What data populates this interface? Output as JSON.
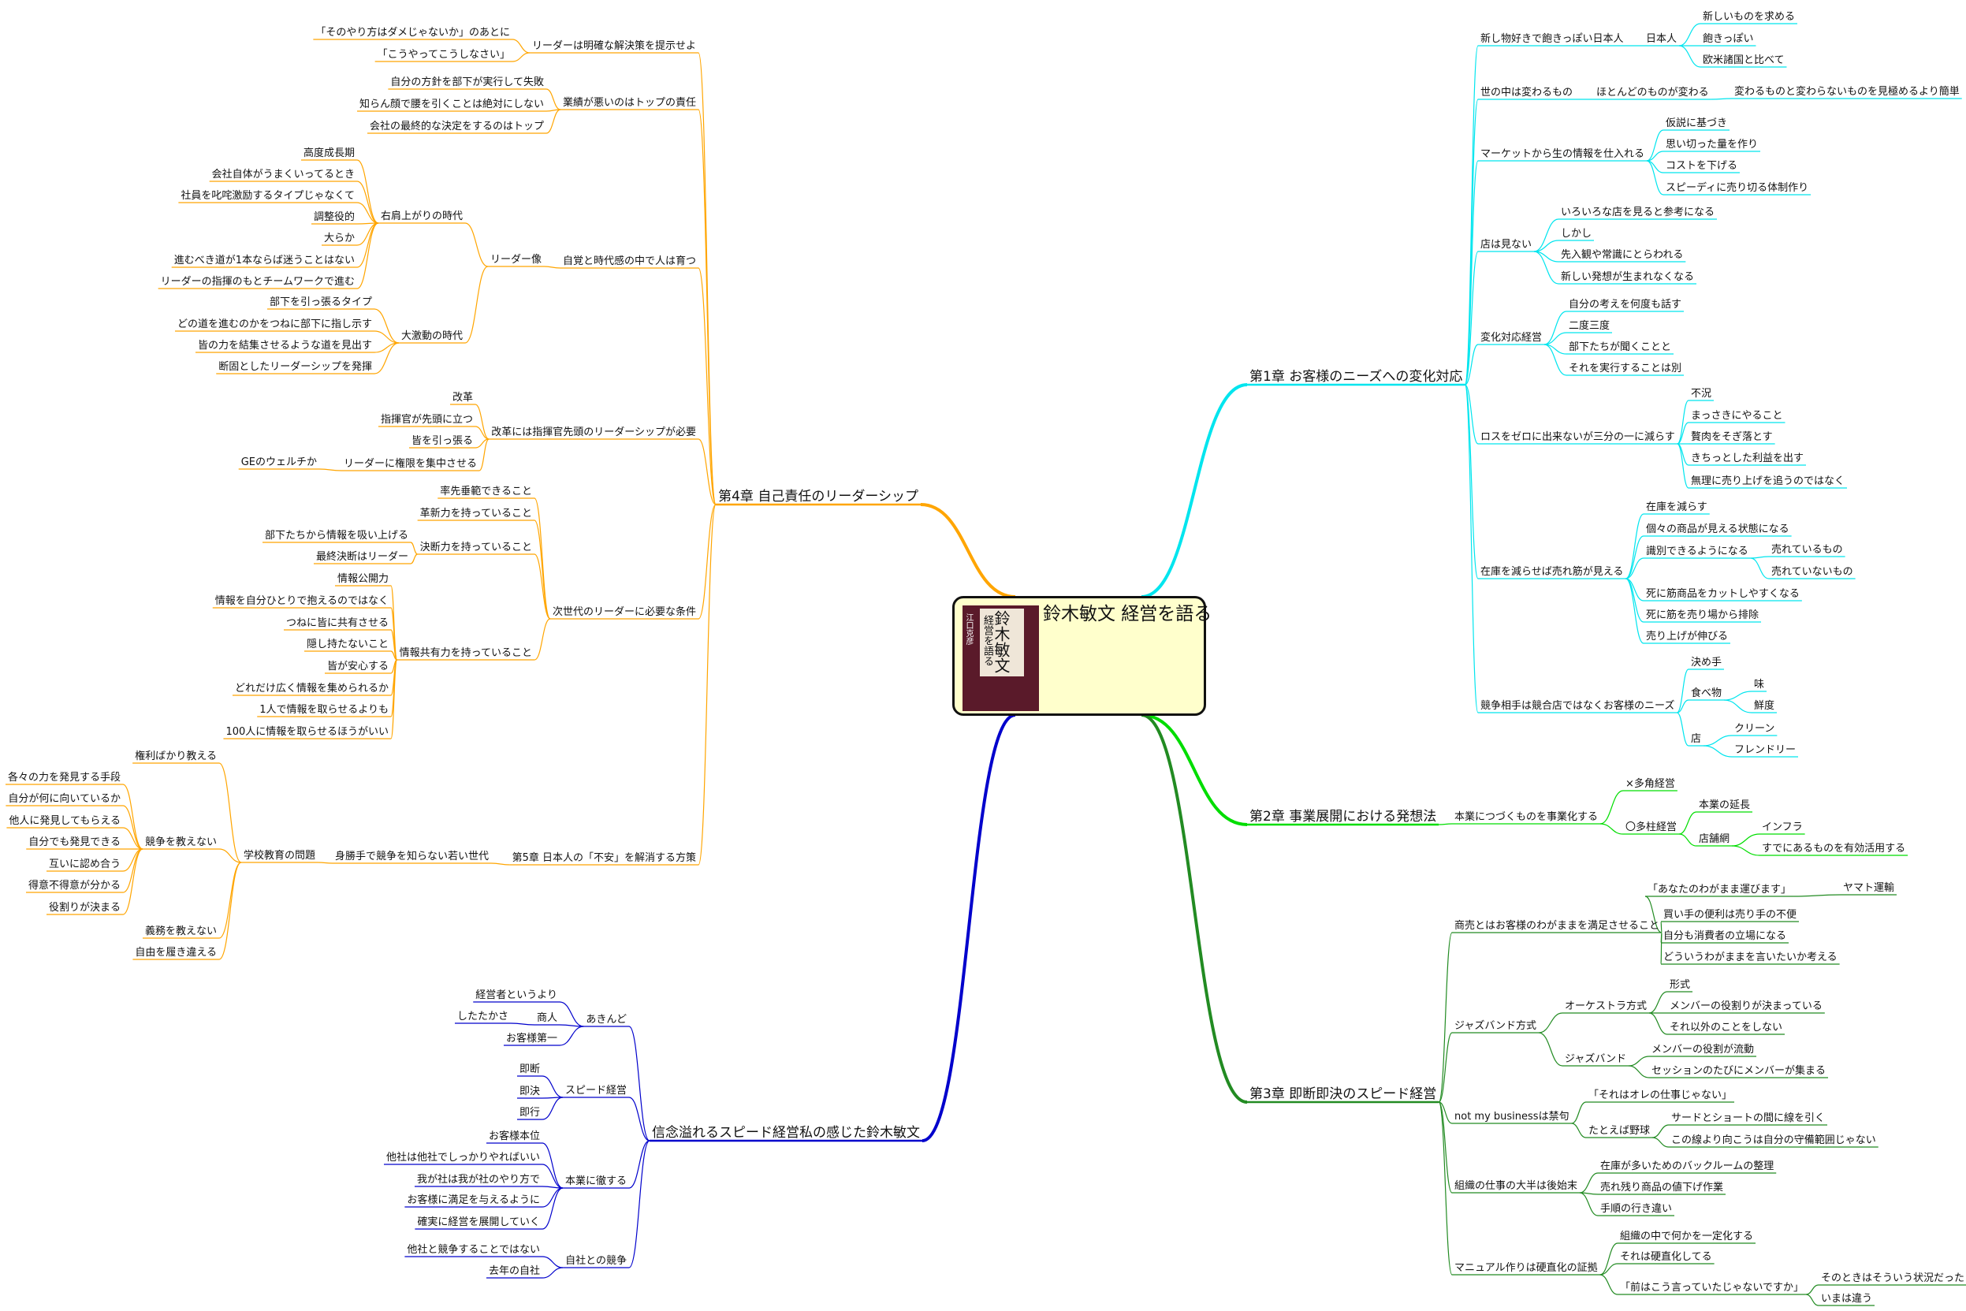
{
  "center": {
    "title": "鈴木敏文 経営を語る",
    "cover_name": "鈴木敏文",
    "cover_sub": "経営を語る",
    "cover_author": "江口克彦"
  },
  "branch_colors": [
    "#00e5ee",
    "#00dd00",
    "#228b22",
    "#0000cc",
    "#ffa500"
  ],
  "nodes": [
    {
      "t": "第1章 お客様のニーズへの変化対応",
      "b": 0,
      "m": 1
    },
    {
      "t": "新し物好きで飽きっぽい日本人",
      "b": 0
    },
    {
      "t": "日本人",
      "b": 0
    },
    {
      "t": "新しいものを求める",
      "b": 0
    },
    {
      "t": "飽きっぽい",
      "b": 0
    },
    {
      "t": "欧米諸国と比べて",
      "b": 0
    },
    {
      "t": "世の中は変わるもの",
      "b": 0
    },
    {
      "t": "ほとんどのものが変わる",
      "b": 0
    },
    {
      "t": "変わるものと変わらないものを見極めるより簡単",
      "b": 0
    },
    {
      "t": "マーケットから生の情報を仕入れる",
      "b": 0
    },
    {
      "t": "仮説に基づき",
      "b": 0
    },
    {
      "t": "思い切った量を作り",
      "b": 0
    },
    {
      "t": "コストを下げる",
      "b": 0
    },
    {
      "t": "スピーディに売り切る体制作り",
      "b": 0
    },
    {
      "t": "店は見ない",
      "b": 0
    },
    {
      "t": "いろいろな店を見ると参考になる",
      "b": 0
    },
    {
      "t": "しかし",
      "b": 0
    },
    {
      "t": "先入観や常識にとらわれる",
      "b": 0
    },
    {
      "t": "新しい発想が生まれなくなる",
      "b": 0
    },
    {
      "t": "変化対応経営",
      "b": 0
    },
    {
      "t": "自分の考えを何度も話す",
      "b": 0
    },
    {
      "t": "二度三度",
      "b": 0
    },
    {
      "t": "部下たちが聞くことと",
      "b": 0
    },
    {
      "t": "それを実行することは別",
      "b": 0
    },
    {
      "t": "ロスをゼロに出来ないが三分の一に減らす",
      "b": 0
    },
    {
      "t": "不況",
      "b": 0
    },
    {
      "t": "まっさきにやること",
      "b": 0
    },
    {
      "t": "贅肉をそぎ落とす",
      "b": 0
    },
    {
      "t": "きちっとした利益を出す",
      "b": 0
    },
    {
      "t": "無理に売り上げを追うのではなく",
      "b": 0
    },
    {
      "t": "在庫を減らせば売れ筋が見える",
      "b": 0
    },
    {
      "t": "在庫を減らす",
      "b": 0
    },
    {
      "t": "個々の商品が見える状態になる",
      "b": 0
    },
    {
      "t": "識別できるようになる",
      "b": 0
    },
    {
      "t": "売れているもの",
      "b": 0
    },
    {
      "t": "売れていないもの",
      "b": 0
    },
    {
      "t": "死に筋商品をカットしやすくなる",
      "b": 0
    },
    {
      "t": "死に筋を売り場から排除",
      "b": 0
    },
    {
      "t": "売り上げが伸びる",
      "b": 0
    },
    {
      "t": "競争相手は競合店ではなくお客様のニーズ",
      "b": 0
    },
    {
      "t": "決め手",
      "b": 0
    },
    {
      "t": "食べ物",
      "b": 0
    },
    {
      "t": "味",
      "b": 0
    },
    {
      "t": "鮮度",
      "b": 0
    },
    {
      "t": "店",
      "b": 0
    },
    {
      "t": "クリーン",
      "b": 0
    },
    {
      "t": "フレンドリー",
      "b": 0
    },
    {
      "t": "第2章 事業展開における発想法",
      "b": 1,
      "m": 1
    },
    {
      "t": "本業につづくものを事業化する",
      "b": 1
    },
    {
      "t": "×多角経営",
      "b": 1
    },
    {
      "t": "〇多柱経営",
      "b": 1
    },
    {
      "t": "本業の延長",
      "b": 1
    },
    {
      "t": "店舗網",
      "b": 1
    },
    {
      "t": "インフラ",
      "b": 1
    },
    {
      "t": "すでにあるものを有効活用する",
      "b": 1
    },
    {
      "t": "第3章 即断即決のスピード経営",
      "b": 2,
      "m": 1
    },
    {
      "t": "商売とはお客様のわがままを満足させること",
      "b": 2
    },
    {
      "t": "「あなたのわがまま運びます」",
      "b": 2
    },
    {
      "t": "ヤマト運輸",
      "b": 2
    },
    {
      "t": "買い手の便利は売り手の不便",
      "b": 2
    },
    {
      "t": "自分も消費者の立場になる",
      "b": 2
    },
    {
      "t": "どういうわがままを言いたいか考える",
      "b": 2
    },
    {
      "t": "ジャズバンド方式",
      "b": 2
    },
    {
      "t": "オーケストラ方式",
      "b": 2
    },
    {
      "t": "形式",
      "b": 2
    },
    {
      "t": "メンバーの役割りが決まっている",
      "b": 2
    },
    {
      "t": "それ以外のことをしない",
      "b": 2
    },
    {
      "t": "ジャズバンド",
      "b": 2
    },
    {
      "t": "メンバーの役割が流動",
      "b": 2
    },
    {
      "t": "セッションのたびにメンバーが集まる",
      "b": 2
    },
    {
      "t": "not my businessは禁句",
      "b": 2
    },
    {
      "t": "「それはオレの仕事じゃない」",
      "b": 2
    },
    {
      "t": "たとえば野球",
      "b": 2
    },
    {
      "t": "サードとショートの間に線を引く",
      "b": 2
    },
    {
      "t": "この線より向こうは自分の守備範囲じゃない",
      "b": 2
    },
    {
      "t": "組織の仕事の大半は後始末",
      "b": 2
    },
    {
      "t": "在庫が多いためのバックルームの整理",
      "b": 2
    },
    {
      "t": "売れ残り商品の値下げ作業",
      "b": 2
    },
    {
      "t": "手順の行き違い",
      "b": 2
    },
    {
      "t": "マニュアル作りは硬直化の証拠",
      "b": 2
    },
    {
      "t": "組織の中で何かを一定化する",
      "b": 2
    },
    {
      "t": "それは硬直化してる",
      "b": 2
    },
    {
      "t": "「前はこう言っていたじゃないですか」",
      "b": 2
    },
    {
      "t": "そのときはそういう状況だった",
      "b": 2
    },
    {
      "t": "いまは違う",
      "b": 2
    },
    {
      "t": "信念溢れるスピード経営私の感じた鈴木敏文",
      "b": 3,
      "m": 1,
      "r": 1
    },
    {
      "t": "あきんど",
      "b": 3,
      "r": 1
    },
    {
      "t": "経営者というより",
      "b": 3,
      "r": 1
    },
    {
      "t": "商人",
      "b": 3,
      "r": 1
    },
    {
      "t": "したたかさ",
      "b": 3,
      "r": 1
    },
    {
      "t": "お客様第一",
      "b": 3,
      "r": 1
    },
    {
      "t": "スピード経営",
      "b": 3,
      "r": 1
    },
    {
      "t": "即断",
      "b": 3,
      "r": 1
    },
    {
      "t": "即決",
      "b": 3,
      "r": 1
    },
    {
      "t": "即行",
      "b": 3,
      "r": 1
    },
    {
      "t": "本業に徹する",
      "b": 3,
      "r": 1
    },
    {
      "t": "お客様本位",
      "b": 3,
      "r": 1
    },
    {
      "t": "他社は他社でしっかりやればいい",
      "b": 3,
      "r": 1
    },
    {
      "t": "我が社は我が社のやり方で",
      "b": 3,
      "r": 1
    },
    {
      "t": "お客様に満足を与えるように",
      "b": 3,
      "r": 1
    },
    {
      "t": "確実に経営を展開していく",
      "b": 3,
      "r": 1
    },
    {
      "t": "自社との競争",
      "b": 3,
      "r": 1
    },
    {
      "t": "他社と競争することではない",
      "b": 3,
      "r": 1
    },
    {
      "t": "去年の自社",
      "b": 3,
      "r": 1
    },
    {
      "t": "第4章 自己責任のリーダーシップ",
      "b": 4,
      "m": 1,
      "r": 1
    },
    {
      "t": "リーダーは明確な解決策を提示せよ",
      "b": 4,
      "r": 1
    },
    {
      "t": "「そのやり方はダメじゃないか」のあとに",
      "b": 4,
      "r": 1
    },
    {
      "t": "「こうやってこうしなさい」",
      "b": 4,
      "r": 1
    },
    {
      "t": "業績が悪いのはトップの責任",
      "b": 4,
      "r": 1
    },
    {
      "t": "自分の方針を部下が実行して失敗",
      "b": 4,
      "r": 1
    },
    {
      "t": "知らん顔で腰を引くことは絶対にしない",
      "b": 4,
      "r": 1
    },
    {
      "t": "会社の最終的な決定をするのはトップ",
      "b": 4,
      "r": 1
    },
    {
      "t": "自覚と時代感の中で人は育つ",
      "b": 4,
      "r": 1
    },
    {
      "t": "リーダー像",
      "b": 4,
      "r": 1
    },
    {
      "t": "右肩上がりの時代",
      "b": 4,
      "r": 1
    },
    {
      "t": "高度成長期",
      "b": 4,
      "r": 1
    },
    {
      "t": "会社自体がうまくいってるとき",
      "b": 4,
      "r": 1
    },
    {
      "t": "社員を叱咤激励するタイプじゃなくて",
      "b": 4,
      "r": 1
    },
    {
      "t": "調整役的",
      "b": 4,
      "r": 1
    },
    {
      "t": "大らか",
      "b": 4,
      "r": 1
    },
    {
      "t": "進むべき道が1本ならば迷うことはない",
      "b": 4,
      "r": 1
    },
    {
      "t": "リーダーの指揮のもとチームワークで進む",
      "b": 4,
      "r": 1
    },
    {
      "t": "大激動の時代",
      "b": 4,
      "r": 1
    },
    {
      "t": "部下を引っ張るタイプ",
      "b": 4,
      "r": 1
    },
    {
      "t": "どの道を進むのかをつねに部下に指し示す",
      "b": 4,
      "r": 1
    },
    {
      "t": "皆の力を結集させるような道を見出す",
      "b": 4,
      "r": 1
    },
    {
      "t": "断固としたリーダーシップを発揮",
      "b": 4,
      "r": 1
    },
    {
      "t": "改革には指揮官先頭のリーダーシップが必要",
      "b": 4,
      "r": 1
    },
    {
      "t": "改革",
      "b": 4,
      "r": 1
    },
    {
      "t": "指揮官が先頭に立つ",
      "b": 4,
      "r": 1
    },
    {
      "t": "皆を引っ張る",
      "b": 4,
      "r": 1
    },
    {
      "t": "リーダーに権限を集中させる",
      "b": 4,
      "r": 1
    },
    {
      "t": "GEのウェルチか",
      "b": 4,
      "r": 1
    },
    {
      "t": "次世代のリーダーに必要な条件",
      "b": 4,
      "r": 1
    },
    {
      "t": "率先垂範できること",
      "b": 4,
      "r": 1
    },
    {
      "t": "革新力を持っていること",
      "b": 4,
      "r": 1
    },
    {
      "t": "決断力を持っていること",
      "b": 4,
      "r": 1
    },
    {
      "t": "部下たちから情報を吸い上げる",
      "b": 4,
      "r": 1
    },
    {
      "t": "最終決断はリーダー",
      "b": 4,
      "r": 1
    },
    {
      "t": "情報共有力を持っていること",
      "b": 4,
      "r": 1
    },
    {
      "t": "情報公開力",
      "b": 4,
      "r": 1
    },
    {
      "t": "情報を自分ひとりで抱えるのではなく",
      "b": 4,
      "r": 1
    },
    {
      "t": "つねに皆に共有させる",
      "b": 4,
      "r": 1
    },
    {
      "t": "隠し持たないこと",
      "b": 4,
      "r": 1
    },
    {
      "t": "皆が安心する",
      "b": 4,
      "r": 1
    },
    {
      "t": "どれだけ広く情報を集められるか",
      "b": 4,
      "r": 1
    },
    {
      "t": "1人で情報を取らせるよりも",
      "b": 4,
      "r": 1
    },
    {
      "t": "100人に情報を取らせるほうがいい",
      "b": 4,
      "r": 1
    },
    {
      "t": "第5章 日本人の「不安」を解消する方策",
      "b": 4,
      "r": 1
    },
    {
      "t": "身勝手で競争を知らない若い世代",
      "b": 4,
      "r": 1
    },
    {
      "t": "学校教育の問題",
      "b": 4,
      "r": 1
    },
    {
      "t": "権利ばかり教える",
      "b": 4,
      "r": 1
    },
    {
      "t": "競争を教えない",
      "b": 4,
      "r": 1
    },
    {
      "t": "各々の力を発見する手段",
      "b": 4,
      "r": 1
    },
    {
      "t": "自分が何に向いているか",
      "b": 4,
      "r": 1
    },
    {
      "t": "他人に発見してもらえる",
      "b": 4,
      "r": 1
    },
    {
      "t": "自分でも発見できる",
      "b": 4,
      "r": 1
    },
    {
      "t": "互いに認め合う",
      "b": 4,
      "r": 1
    },
    {
      "t": "得意不得意が分かる",
      "b": 4,
      "r": 1
    },
    {
      "t": "役割りが決まる",
      "b": 4,
      "r": 1
    },
    {
      "t": "義務を教えない",
      "b": 4,
      "r": 1
    },
    {
      "t": "自由を履き違える",
      "b": 4,
      "r": 1
    }
  ]
}
